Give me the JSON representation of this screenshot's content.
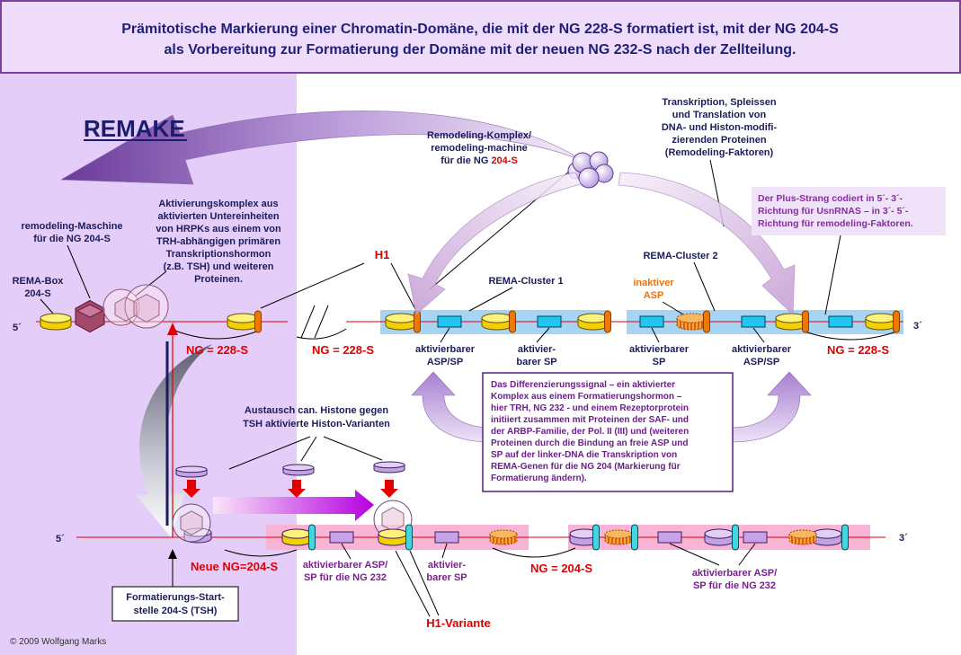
{
  "title": {
    "line1": "Prämitotische Markierung einer Chromatin-Domäne, die mit der NG 228-S formatiert ist, mit der NG 204-S",
    "line2": "als Vorbereitung zur Formatierung der Domäne mit der neuen NG 232-S nach der Zellteilung."
  },
  "remake": "REMAKE",
  "remodeling_komplex": {
    "lines": [
      "Remodeling-Komplex/",
      "remodeling-machine",
      "für die NG "
    ],
    "ng": "204-S"
  },
  "transkription": [
    "Transkription, Spleissen",
    "und Translation von",
    "DNA- und Histon-modifi-",
    "zierenden Proteinen",
    "(Remodeling-Faktoren)"
  ],
  "aktivierungskomplex": [
    "Aktivierungskomplex aus",
    "aktivierten Untereinheiten",
    "von HRPKs aus einem von",
    "TRH-abhängigen primären",
    "Transkriptionshormon",
    "(z.B. TSH) und weiteren",
    "Proteinen."
  ],
  "remodeling_maschine": [
    "remodeling-Maschine",
    "für die NG 204-S"
  ],
  "rema_box": [
    "REMA-Box",
    "204-S"
  ],
  "h1": "H1",
  "rema_cluster_1": "REMA-Cluster 1",
  "rema_cluster_2": "REMA-Cluster 2",
  "inaktiver_asp": [
    "inaktiver",
    "ASP"
  ],
  "plus_strang": [
    "Der Plus-Strang codiert in 5´- 3´-",
    "Richtung für UsnRNAS – in 3´- 5´-",
    "Richtung für remodeling-Faktoren."
  ],
  "top_strand": {
    "five_prime": "5´",
    "three_prime": "3´"
  },
  "ng_228": [
    "NG = 228-S",
    "NG = 228-S",
    "NG = 228-S"
  ],
  "top_sites": [
    [
      "aktivierbarer",
      "ASP/SP"
    ],
    [
      "aktivier-",
      "barer SP"
    ],
    [
      "aktivierbarer",
      "SP"
    ],
    [
      "aktivierbarer",
      "ASP/SP"
    ]
  ],
  "differenzierung": [
    "Das Differenzierungssignal – ein aktivierter",
    "Komplex aus einem Formatierungshormon –",
    "hier TRH, NG 232 - und einem Rezeptorprotein",
    "initiiert zusammen mit Proteinen der SAF- und",
    "der ARBP-Familie, der Pol. II (III) und (weiteren",
    "Proteinen durch die Bindung an freie ASP und",
    "SP auf der linker-DNA die Transkription von",
    "REMA-Genen für die NG 204 (Markierung für",
    "Formatierung ändern)."
  ],
  "austausch": [
    "Austausch can. Histone gegen",
    "TSH aktivierte Histon-Varianten"
  ],
  "bottom_strand": {
    "five_prime": "5´",
    "three_prime": "3´"
  },
  "neue_ng": "Neue NG=204-S",
  "ng_204": "NG = 204-S",
  "bottom_sites": [
    [
      "aktivierbarer ASP/",
      "SP für die NG 232"
    ],
    [
      "aktivier-",
      "barer SP"
    ],
    [
      "aktivierbarer ASP/",
      "SP für die NG 232"
    ]
  ],
  "h1_variante": "H1-Variante",
  "startstelle": [
    "Formatierungs-Start-",
    "stelle 204-S (TSH)"
  ],
  "copyright": "© 2009 Wolfgang Marks",
  "colors": {
    "title_text": "#1f1f7a",
    "title_background": "#efdcfb",
    "left_panel": "#e4cdf8",
    "ng_labels": "#e00000",
    "note_text": "#6b1f8a",
    "top_band": "#a8d4f4",
    "bottom_band": "#f8b4d4",
    "nucleosome_yellow": "#f2d000",
    "h1_orange": "#f07800",
    "sp_cyan": "#20c8f0",
    "h1_variant_teal": "#40d8e0",
    "histone_variant_lavender": "#c4a0e4"
  }
}
